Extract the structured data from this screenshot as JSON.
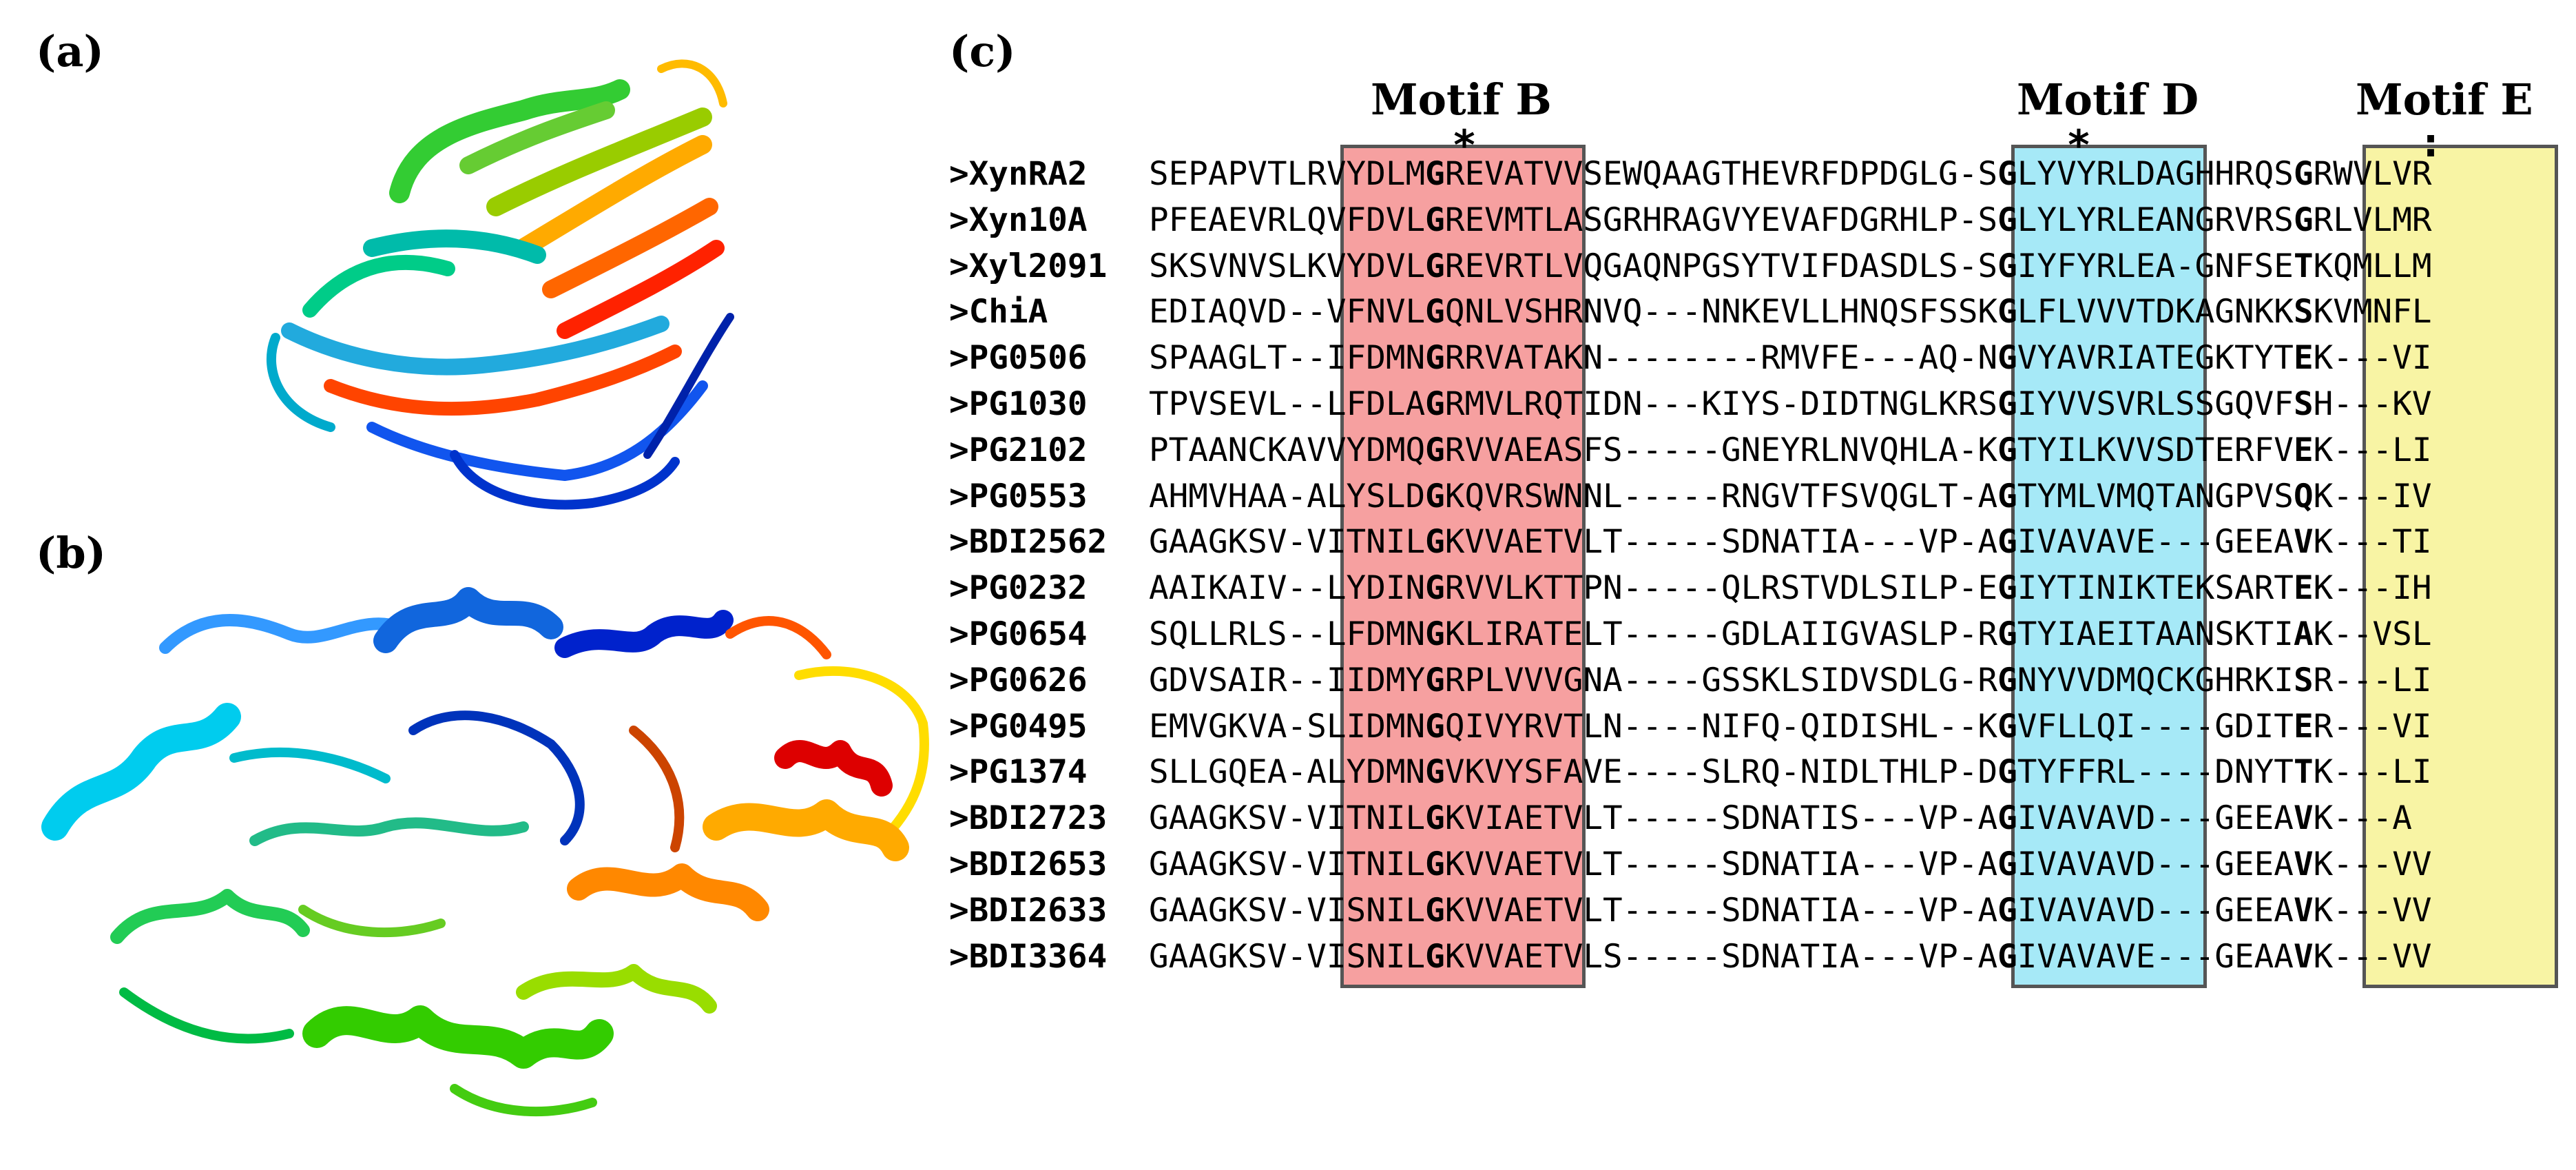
{
  "panels": {
    "a": "(a)",
    "b": "(b)",
    "c": "(c)"
  },
  "figure_a": {
    "description_icon": "protein-ribbon-beta-sandwich"
  },
  "figure_b": {
    "description_icon": "protein-ribbon-alpha-beta-barrel"
  },
  "motifs": {
    "b": {
      "title": "Motif B",
      "mark": "*",
      "color": "#f6a0a0"
    },
    "d": {
      "title": "Motif D",
      "mark": "*",
      "color": "#a6e9f7"
    },
    "e": {
      "title": "Motif E",
      "mark": ":",
      "color": "#f8f4a4"
    }
  },
  "sequences": [
    {
      "name": ">XynRA2",
      "seq": "SEPAPVTLRVYDLMGREVATVVSEWQAAGTHEVRFDPDGLG-SGLYVYRLDAGHHRQSGRWVLVR"
    },
    {
      "name": ">Xyn10A",
      "seq": "PFEAEVRLQVFDVLGREVMTLASGRHRAGVYEVAFDGRHLP-SGLYLYRLEANGRVRSGRLVLMR"
    },
    {
      "name": ">Xyl2091",
      "seq": "SKSVNVSLKVYDVLGREVRTLVQGAQNPGSYTVIFDASDLS-SGIYFYRLEA-GNFSETKQMLLM"
    },
    {
      "name": ">ChiA",
      "seq": "EDIAQVD--VFNVLGQNLVSHRNVQ---NNKEVLLHNQSFSSKGLFLVVVTDKAGNKKSKVMNFL"
    },
    {
      "name": ">PG0506",
      "seq": "SPAAGLT--IFDMNGRRVATAKN--------RMVFE---AQ-NGVYAVRIATEGKTYTEK---VI"
    },
    {
      "name": ">PG1030",
      "seq": "TPVSEVL--LFDLAGRMVLRQTIDN---KIYS-DIDTNGLKRSGIYVVSVRLSSGQVFSH---KV"
    },
    {
      "name": ">PG2102",
      "seq": "PTAANCKAVVYDMQGRVVAEASFS-----GNEYRLNVQHLA-KGTYILKVVSDTERFVEK---LI"
    },
    {
      "name": ">PG0553",
      "seq": "AHMVHAA-ALYSLDGKQVRSWNNL-----RNGVTFSVQGLT-AGTYMLVMQTANGPVSQK---IV"
    },
    {
      "name": ">BDI2562",
      "seq": "GAAGKSV-VITNILGKVVAETVLT-----SDNATIA---VP-AGIVAVAVE---GEEAVK---TI"
    },
    {
      "name": ">PG0232",
      "seq": "AAIKAIV--LYDINGRVVLKTTPN-----QLRSTVDLSILP-EGIYTINIKTEKSARTEK---IH"
    },
    {
      "name": ">PG0654",
      "seq": "SQLLRLS--LFDMNGKLIRATELT-----GDLAIIGVASLP-RGTYIAEITAANSKTIAK--VSL"
    },
    {
      "name": ">PG0626",
      "seq": "GDVSAIR--IIDMYGRPLVVVGNA----GSSKLSIDVSDLG-RGNYVVDMQCKGHRKISR---LI"
    },
    {
      "name": ">PG0495",
      "seq": "EMVGKVA-SLIDMNGQIVYRVTLN----NIFQ-QIDISHL--KGVFLLQI----GDITER---VI"
    },
    {
      "name": ">PG1374",
      "seq": "SLLGQEA-ALYDMNGVKVYSFAVE----SLRQ-NIDLTHLP-DGTYFFRL----DNYTTK---LI"
    },
    {
      "name": ">BDI2723",
      "seq": "GAAGKSV-VITNILGKVIAETVLT-----SDNATIS---VP-AGIVAVAVD---GEEAVK---A"
    },
    {
      "name": ">BDI2653",
      "seq": "GAAGKSV-VITNILGKVVAETVLT-----SDNATIA---VP-AGIVAVAVD---GEEAVK---VV"
    },
    {
      "name": ">BDI2633",
      "seq": "GAAGKSV-VISNILGKVVAETVLT-----SDNATIA---VP-AGIVAVAVD---GEEAVK---VV"
    },
    {
      "name": ">BDI3364",
      "seq": "GAAGKSV-VISNILGKVVAETVLS-----SDNATIA---VP-AGIVAVAVE---GEAAVK---VV"
    }
  ]
}
